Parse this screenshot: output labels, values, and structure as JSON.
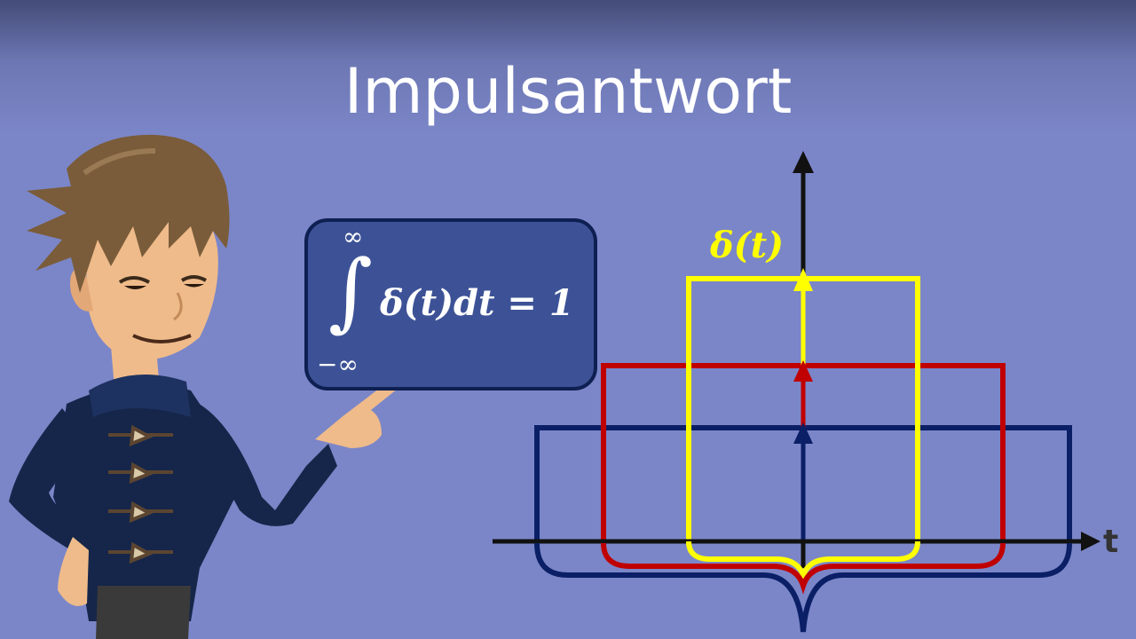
{
  "title": "Impulsantwort",
  "formula": {
    "upper_limit": "∞",
    "lower_limit": "−∞",
    "integral_sign": "∫",
    "expression": "δ(t)dt = 1"
  },
  "diagram": {
    "signal_label": "δ(t)",
    "axis_label": "t",
    "colors": {
      "yellow": "#ffff00",
      "red": "#c00000",
      "navy": "#0a1f66",
      "axis": "#111111"
    }
  }
}
